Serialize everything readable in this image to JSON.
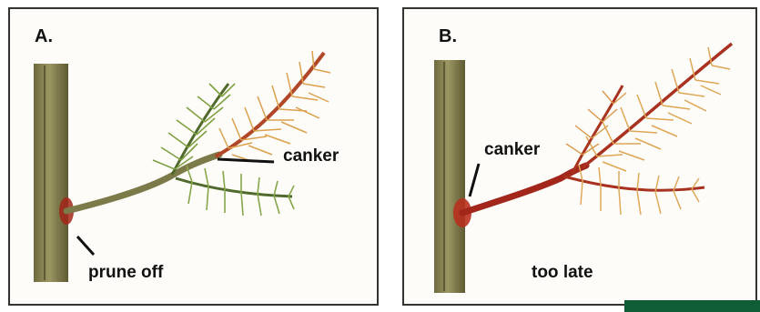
{
  "panels": [
    {
      "id": "A",
      "letter": "A.",
      "canker_label": "canker",
      "action_label": "prune off"
    },
    {
      "id": "B",
      "letter": "B.",
      "canker_label": "canker",
      "action_label": "too late"
    }
  ],
  "badge_text": "",
  "colors": {
    "trunk": "#8e8a55",
    "bark_dark": "#5a5530",
    "healthy_needles": "#8cab4a",
    "diseased_needles": "#d9a04a",
    "canker": "#a3261a",
    "watermark": "#0f5d37"
  }
}
